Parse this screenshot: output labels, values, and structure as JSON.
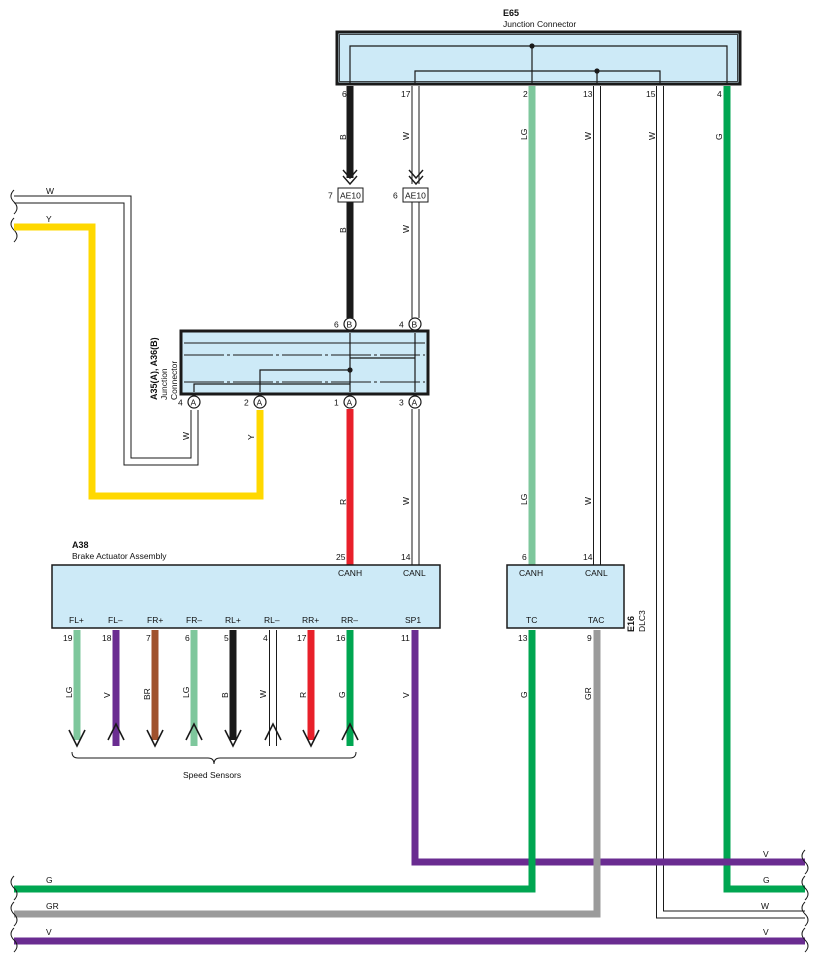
{
  "colors": {
    "box_fill": "#cdeaf7",
    "black": "#1a1a1a",
    "white_wire": "#ffffff",
    "yellow": "#ffd800",
    "red": "#e8202a",
    "light_green": "#7ec79c",
    "green": "#00a651",
    "violet": "#6a2c91",
    "brown": "#a0522d",
    "gray": "#9b9b9b"
  },
  "e65": {
    "id": "E65",
    "name": "Junction Connector",
    "pins": [
      "6",
      "17",
      "2",
      "13",
      "15",
      "4"
    ],
    "wires": [
      "B",
      "W",
      "LG",
      "W",
      "W",
      "G"
    ]
  },
  "ae10": {
    "label": "AE10",
    "pin_left": "7",
    "pin_right": "6",
    "wire_left": "B",
    "wire_right": "W"
  },
  "a35": {
    "label": "A35(A), A36(B)",
    "name_line1": "Junction",
    "name_line2": "Connector",
    "top_pins": [
      {
        "num": "6",
        "conn": "B"
      },
      {
        "num": "4",
        "conn": "B"
      }
    ],
    "bottom_pins": [
      {
        "num": "4",
        "conn": "A",
        "wire": "W"
      },
      {
        "num": "2",
        "conn": "A",
        "wire": "Y"
      },
      {
        "num": "1",
        "conn": "A",
        "wire": "R"
      },
      {
        "num": "3",
        "conn": "A",
        "wire": "W"
      }
    ]
  },
  "left_wires": {
    "w_top": "W",
    "y": "Y"
  },
  "a38": {
    "id": "A38",
    "name": "Brake Actuator Assembly",
    "top_pins": [
      {
        "num": "25",
        "signal": "CANH"
      },
      {
        "num": "14",
        "signal": "CANL"
      }
    ],
    "bottom_pins": [
      {
        "signal": "FL+",
        "num": "19",
        "wire": "LG"
      },
      {
        "signal": "FL–",
        "num": "18",
        "wire": "V"
      },
      {
        "signal": "FR+",
        "num": "7",
        "wire": "BR"
      },
      {
        "signal": "FR–",
        "num": "6",
        "wire": "LG"
      },
      {
        "signal": "RL+",
        "num": "5",
        "wire": "B"
      },
      {
        "signal": "RL–",
        "num": "4",
        "wire": "W"
      },
      {
        "signal": "RR+",
        "num": "17",
        "wire": "R"
      },
      {
        "signal": "RR–",
        "num": "16",
        "wire": "G"
      },
      {
        "signal": "SP1",
        "num": "11",
        "wire": "V"
      }
    ],
    "speed_sensors": "Speed Sensors"
  },
  "e16": {
    "id": "E16",
    "name": "DLC3",
    "top_pins": [
      {
        "num": "6",
        "signal": "CANH",
        "wire": "LG"
      },
      {
        "num": "14",
        "signal": "CANL",
        "wire": "W"
      }
    ],
    "bottom_pins": [
      {
        "num": "13",
        "signal": "TC",
        "wire": "G"
      },
      {
        "num": "9",
        "signal": "TAC",
        "wire": "GR"
      }
    ]
  },
  "bus": [
    {
      "right": "V"
    },
    {
      "left": "G",
      "right": "G"
    },
    {
      "left": "GR",
      "right": "W"
    },
    {
      "left": "V",
      "right": "V"
    }
  ]
}
